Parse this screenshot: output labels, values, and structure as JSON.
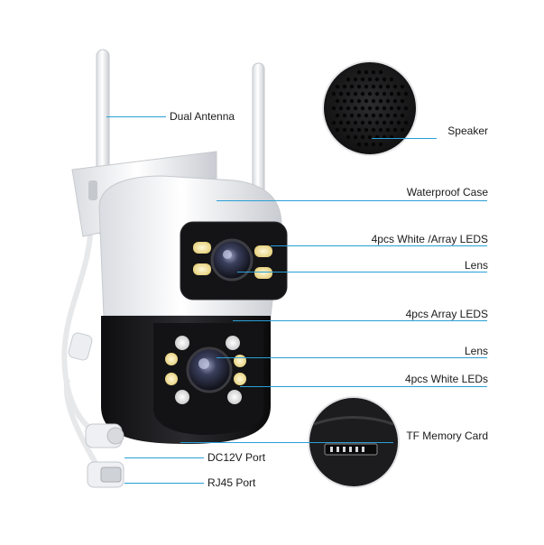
{
  "labels": {
    "dual_antenna": "Dual Antenna",
    "speaker": "Speaker",
    "waterproof_case": "Waterproof Case",
    "white_array_leds": "4pcs White /Array LEDS",
    "lens_top": "Lens",
    "array_leds": "4pcs Array LEDS",
    "lens_bottom": "Lens",
    "white_leds": "4pcs White LEDs",
    "tf_card": "TF Memory Card",
    "dc_port": "DC12V Port",
    "rj45_port": "RJ45 Port"
  },
  "colors": {
    "leader_line": "#2a9fd6",
    "camera_white": "#f2f3f5",
    "camera_black": "#1c1c1e",
    "led_warm": "#f3e3a0"
  }
}
